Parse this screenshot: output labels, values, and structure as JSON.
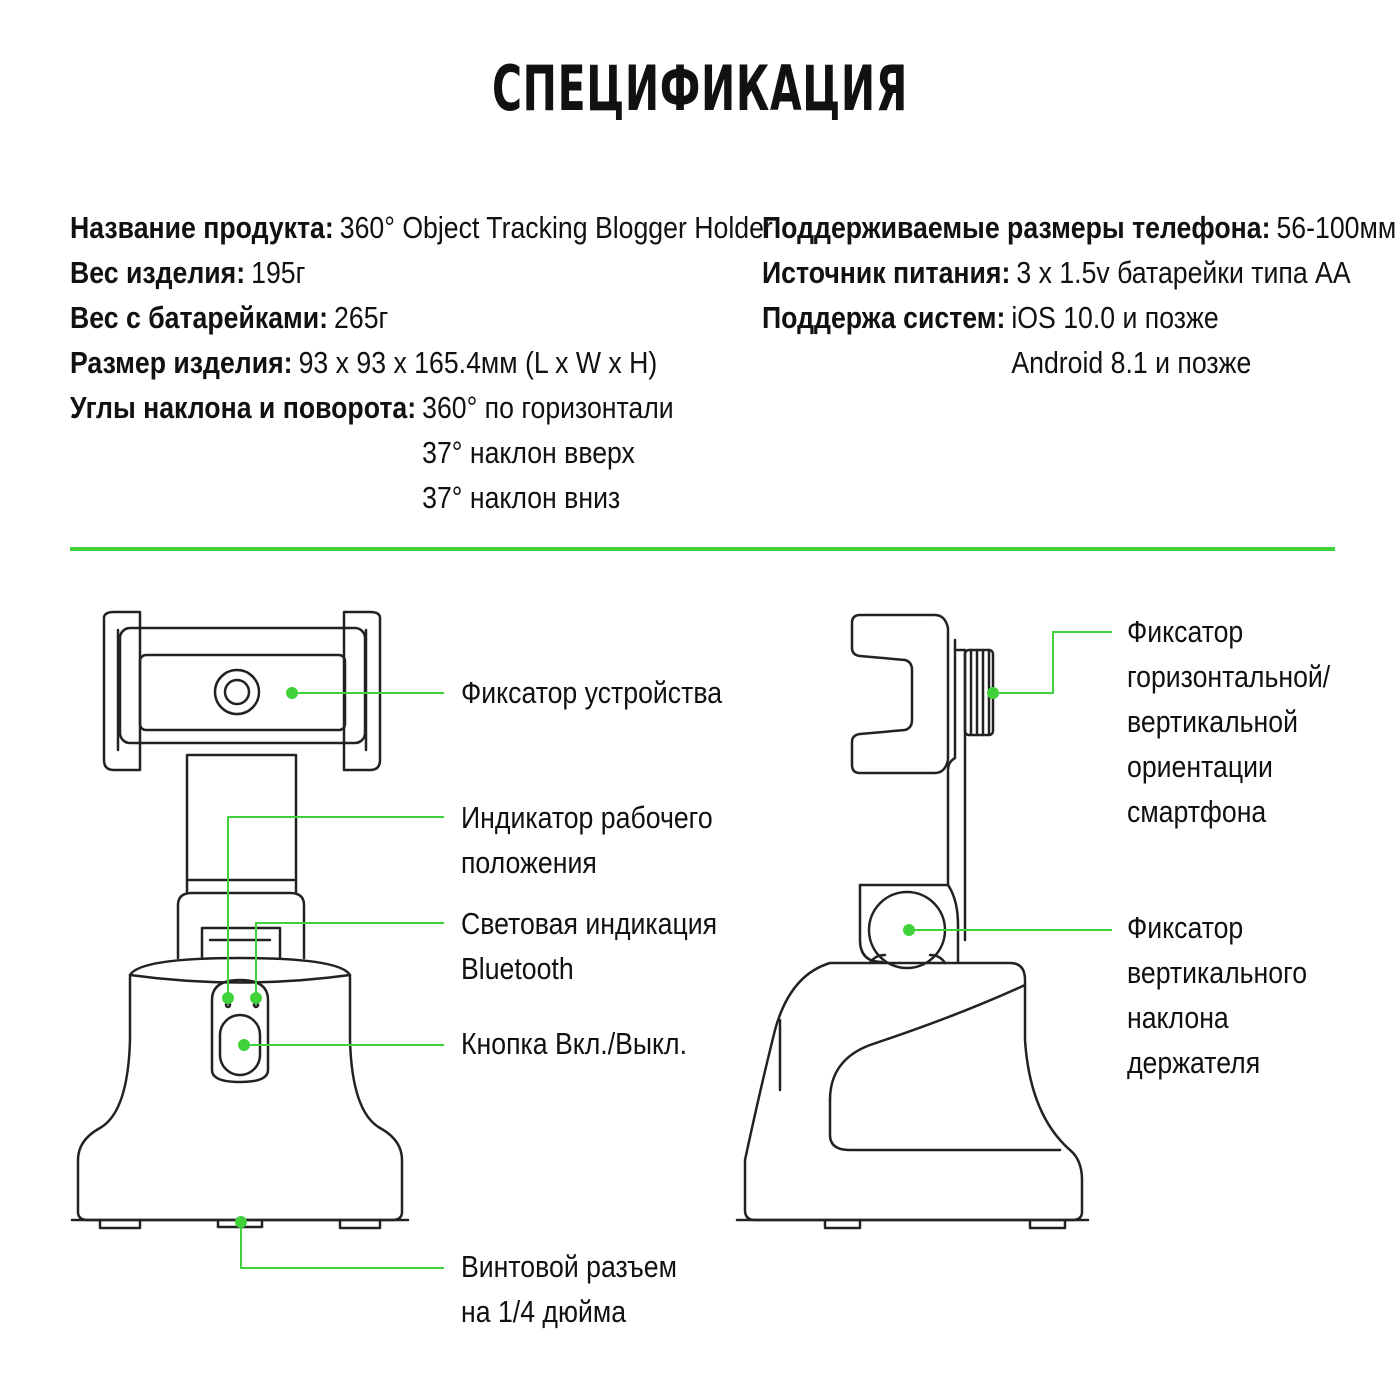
{
  "title": "СПЕЦИФИКАЦИЯ",
  "specs_left": [
    {
      "label": "Название продукта:",
      "values": [
        "360° Object Tracking Blogger Holder"
      ]
    },
    {
      "label": "Вес изделия:",
      "values": [
        "195г"
      ]
    },
    {
      "label": "Вес с батарейками:",
      "values": [
        "265г"
      ]
    },
    {
      "label": "Размер изделия:",
      "values": [
        "93 x 93 x 165.4мм (L x W x H)"
      ]
    },
    {
      "label": "Углы наклона и поворота:",
      "values": [
        "360° по горизонтали",
        "37° наклон вверх",
        "37° наклон вниз"
      ]
    }
  ],
  "specs_right": [
    {
      "label": "Поддерживаемые размеры телефона:",
      "values": [
        "56-100мм"
      ]
    },
    {
      "label": "Источник питания:",
      "values": [
        "3 x 1.5v батарейки типа AA"
      ]
    },
    {
      "label": "Поддержа систем:",
      "values": [
        "iOS 10.0 и позже",
        "Android 8.1 и позже"
      ]
    }
  ],
  "callouts": {
    "device_lock": "Фиксатор устройства",
    "work_indicator": [
      "Индикатор рабочего",
      "положения"
    ],
    "bluetooth_light": [
      "Световая индикация",
      "Bluetooth"
    ],
    "power_button": "Кнопка Вкл./Выкл.",
    "screw_mount": [
      "Винтовой разъем",
      "на 1/4 дюйма"
    ],
    "orientation_lock": [
      "Фиксатор",
      "горизонтальной/",
      "вертикальной",
      "ориентации",
      "смартфона"
    ],
    "tilt_lock": [
      "Фиксатор",
      "вертикального",
      "наклона",
      "держателя"
    ]
  },
  "colors": {
    "accent": "#3fd23a",
    "line": "#222222",
    "text": "#111111"
  }
}
